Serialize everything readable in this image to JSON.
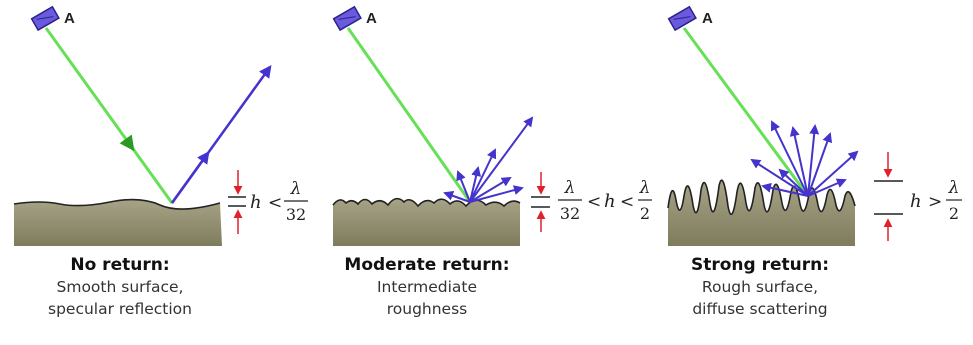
{
  "panels": [
    {
      "antenna_label": "A",
      "title": "No return:",
      "lines": [
        "Smooth surface,",
        "specular reflection"
      ],
      "condition": {
        "h": "h",
        "op1": "<",
        "num": "λ",
        "den": "32"
      }
    },
    {
      "antenna_label": "A",
      "title": "Moderate return:",
      "lines": [
        "Intermediate",
        "roughness"
      ],
      "condition": {
        "num1": "λ",
        "den1": "32",
        "op1": "<",
        "h": "h",
        "op2": "<",
        "num2": "λ",
        "den2": "2"
      }
    },
    {
      "antenna_label": "A",
      "title": "Strong return:",
      "lines": [
        "Rough surface,",
        "diffuse scattering"
      ],
      "condition": {
        "h": "h",
        "op1": ">",
        "num": "λ",
        "den": "2"
      }
    }
  ],
  "colors": {
    "incident_ray": "#55dd44",
    "reflected_ray": "#4433cc",
    "antenna": "#6a5ae0",
    "ground": "#8f8c6e",
    "surface_line": "#222222",
    "height_marker": "#e0202a"
  }
}
